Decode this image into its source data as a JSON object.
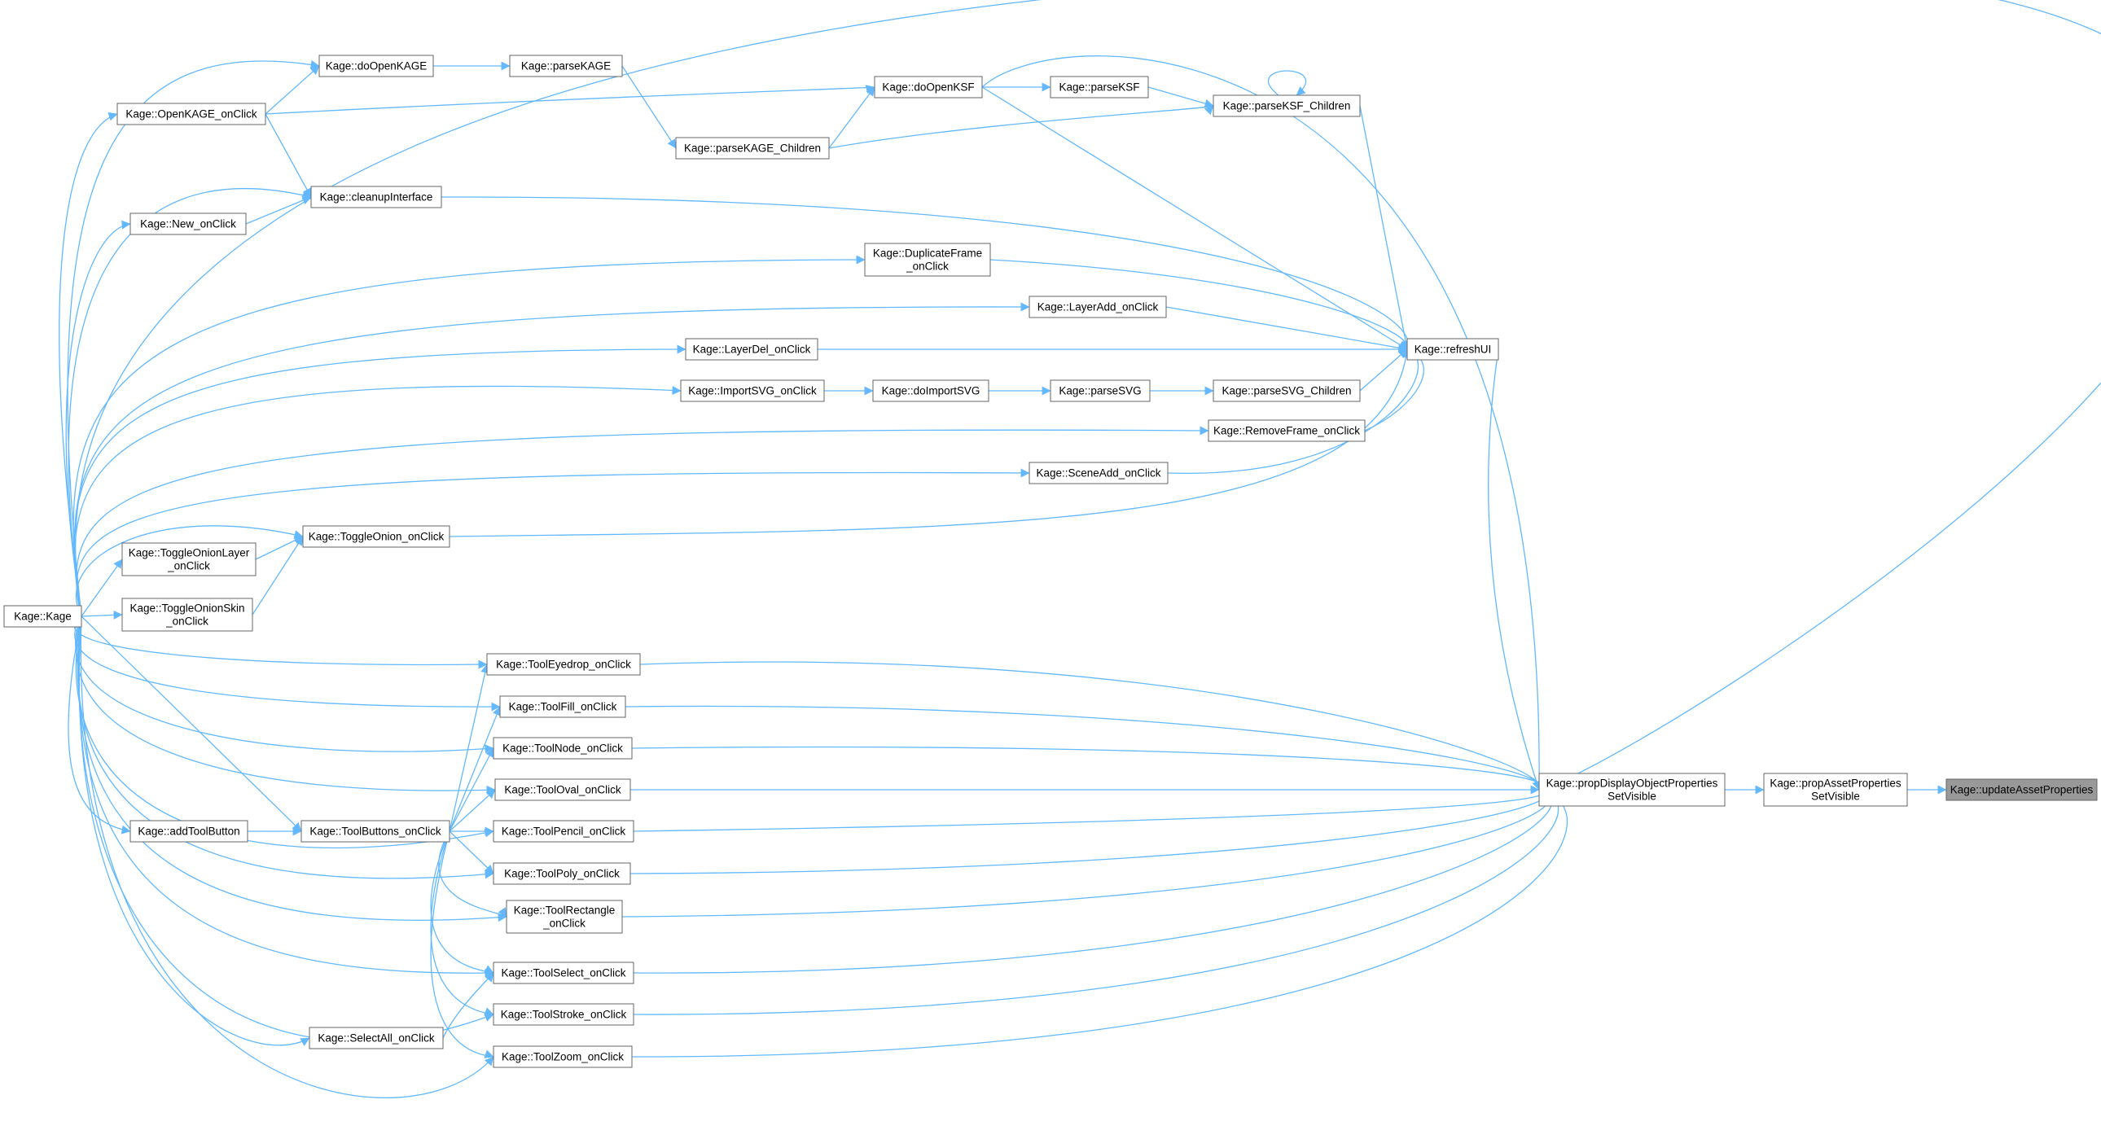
{
  "colors": {
    "edge": "#63b8ff",
    "node_border": "#666666",
    "node_fill": "#ffffff",
    "root_fill": "#999999",
    "text": "#000000"
  },
  "nodes": {
    "kage": [
      "Kage::Kage"
    ],
    "doOpenKAGE": [
      "Kage::doOpenKAGE"
    ],
    "parseKAGE": [
      "Kage::parseKAGE"
    ],
    "OpenKAGE": [
      "Kage::OpenKAGE_onClick"
    ],
    "doOpenKSF": [
      "Kage::doOpenKSF"
    ],
    "parseKSF": [
      "Kage::parseKSF"
    ],
    "parseKSFChildren": [
      "Kage::parseKSF_Children"
    ],
    "parseKAGEChildren": [
      "Kage::parseKAGE_Children"
    ],
    "cleanupInterface": [
      "Kage::cleanupInterface"
    ],
    "NewOnClick": [
      "Kage::New_onClick"
    ],
    "DuplicateFrame": [
      "Kage::DuplicateFrame",
      "_onClick"
    ],
    "LayerAdd": [
      "Kage::LayerAdd_onClick"
    ],
    "LayerDel": [
      "Kage::LayerDel_onClick"
    ],
    "refreshUI": [
      "Kage::refreshUI"
    ],
    "ImportSVG": [
      "Kage::ImportSVG_onClick"
    ],
    "doImportSVG": [
      "Kage::doImportSVG"
    ],
    "parseSVG": [
      "Kage::parseSVG"
    ],
    "parseSVGChildren": [
      "Kage::parseSVG_Children"
    ],
    "RemoveFrame": [
      "Kage::RemoveFrame_onClick"
    ],
    "SceneAdd": [
      "Kage::SceneAdd_onClick"
    ],
    "ToggleOnion": [
      "Kage::ToggleOnion_onClick"
    ],
    "ToggleOnionLayer": [
      "Kage::ToggleOnionLayer",
      "_onClick"
    ],
    "ToggleOnionSkin": [
      "Kage::ToggleOnionSkin",
      "_onClick"
    ],
    "ToolEyedrop": [
      "Kage::ToolEyedrop_onClick"
    ],
    "ToolFill": [
      "Kage::ToolFill_onClick"
    ],
    "ToolNode": [
      "Kage::ToolNode_onClick"
    ],
    "ToolOval": [
      "Kage::ToolOval_onClick"
    ],
    "ToolPencil": [
      "Kage::ToolPencil_onClick"
    ],
    "ToolPoly": [
      "Kage::ToolPoly_onClick"
    ],
    "ToolRectangle": [
      "Kage::ToolRectangle",
      "_onClick"
    ],
    "ToolSelect": [
      "Kage::ToolSelect_onClick"
    ],
    "ToolStroke": [
      "Kage::ToolStroke_onClick"
    ],
    "ToolZoom": [
      "Kage::ToolZoom_onClick"
    ],
    "addToolButton": [
      "Kage::addToolButton"
    ],
    "ToolButtons": [
      "Kage::ToolButtons_onClick"
    ],
    "SelectAll": [
      "Kage::SelectAll_onClick"
    ],
    "propDisplay": [
      "Kage::propDisplayObjectProperties",
      "SetVisible"
    ],
    "propAsset": [
      "Kage::propAssetProperties",
      "SetVisible"
    ],
    "updateAsset": [
      "Kage::updateAssetProperties"
    ]
  },
  "root_node": "updateAsset",
  "edges": [
    [
      "propAsset",
      "updateAsset"
    ],
    [
      "propDisplay",
      "propAsset"
    ],
    [
      "refreshUI",
      "propDisplay"
    ],
    [
      "doOpenKSF",
      "propDisplay"
    ],
    [
      "kage",
      "propDisplay"
    ],
    [
      "ToolEyedrop",
      "propDisplay"
    ],
    [
      "ToolFill",
      "propDisplay"
    ],
    [
      "ToolNode",
      "propDisplay"
    ],
    [
      "ToolOval",
      "propDisplay"
    ],
    [
      "ToolPencil",
      "propDisplay"
    ],
    [
      "ToolPoly",
      "propDisplay"
    ],
    [
      "ToolRectangle",
      "propDisplay"
    ],
    [
      "ToolSelect",
      "propDisplay"
    ],
    [
      "ToolStroke",
      "propDisplay"
    ],
    [
      "ToolZoom",
      "propDisplay"
    ],
    [
      "parseKSFChildren",
      "refreshUI"
    ],
    [
      "doOpenKSF",
      "refreshUI"
    ],
    [
      "cleanupInterface",
      "refreshUI"
    ],
    [
      "DuplicateFrame",
      "refreshUI"
    ],
    [
      "LayerAdd",
      "refreshUI"
    ],
    [
      "LayerDel",
      "refreshUI"
    ],
    [
      "parseSVGChildren",
      "refreshUI"
    ],
    [
      "RemoveFrame",
      "refreshUI"
    ],
    [
      "SceneAdd",
      "refreshUI"
    ],
    [
      "ToggleOnion",
      "refreshUI"
    ],
    [
      "parseKSF",
      "parseKSFChildren"
    ],
    [
      "parseKAGEChildren",
      "parseKSFChildren"
    ],
    [
      "parseKSFChildren",
      "parseKSFChildren"
    ],
    [
      "doOpenKSF",
      "parseKSF"
    ],
    [
      "OpenKAGE",
      "doOpenKSF"
    ],
    [
      "parseKAGEChildren",
      "doOpenKSF"
    ],
    [
      "parseKAGE",
      "parseKAGEChildren"
    ],
    [
      "doOpenKAGE",
      "parseKAGE"
    ],
    [
      "OpenKAGE",
      "doOpenKAGE"
    ],
    [
      "kage",
      "doOpenKAGE"
    ],
    [
      "kage",
      "OpenKAGE"
    ],
    [
      "OpenKAGE",
      "cleanupInterface"
    ],
    [
      "NewOnClick",
      "cleanupInterface"
    ],
    [
      "kage",
      "cleanupInterface"
    ],
    [
      "kage",
      "NewOnClick"
    ],
    [
      "kage",
      "DuplicateFrame"
    ],
    [
      "kage",
      "LayerAdd"
    ],
    [
      "kage",
      "LayerDel"
    ],
    [
      "kage",
      "ImportSVG"
    ],
    [
      "ImportSVG",
      "doImportSVG"
    ],
    [
      "doImportSVG",
      "parseSVG"
    ],
    [
      "parseSVG",
      "parseSVGChildren"
    ],
    [
      "kage",
      "RemoveFrame"
    ],
    [
      "kage",
      "SceneAdd"
    ],
    [
      "kage",
      "ToggleOnion"
    ],
    [
      "ToggleOnionLayer",
      "ToggleOnion"
    ],
    [
      "ToggleOnionSkin",
      "ToggleOnion"
    ],
    [
      "kage",
      "ToggleOnionLayer"
    ],
    [
      "kage",
      "ToggleOnionSkin"
    ],
    [
      "kage",
      "ToolEyedrop"
    ],
    [
      "kage",
      "ToolFill"
    ],
    [
      "kage",
      "ToolNode"
    ],
    [
      "kage",
      "ToolOval"
    ],
    [
      "kage",
      "ToolPencil"
    ],
    [
      "kage",
      "ToolPoly"
    ],
    [
      "kage",
      "ToolRectangle"
    ],
    [
      "kage",
      "ToolSelect"
    ],
    [
      "kage",
      "ToolStroke"
    ],
    [
      "kage",
      "ToolZoom"
    ],
    [
      "kage",
      "addToolButton"
    ],
    [
      "addToolButton",
      "ToolButtons"
    ],
    [
      "kage",
      "ToolButtons"
    ],
    [
      "ToolButtons",
      "ToolEyedrop"
    ],
    [
      "ToolButtons",
      "ToolFill"
    ],
    [
      "ToolButtons",
      "ToolNode"
    ],
    [
      "ToolButtons",
      "ToolOval"
    ],
    [
      "ToolButtons",
      "ToolPencil"
    ],
    [
      "ToolButtons",
      "ToolPoly"
    ],
    [
      "ToolButtons",
      "ToolRectangle"
    ],
    [
      "ToolButtons",
      "ToolSelect"
    ],
    [
      "ToolButtons",
      "ToolStroke"
    ],
    [
      "ToolButtons",
      "ToolZoom"
    ],
    [
      "kage",
      "SelectAll"
    ],
    [
      "SelectAll",
      "ToolSelect"
    ]
  ]
}
